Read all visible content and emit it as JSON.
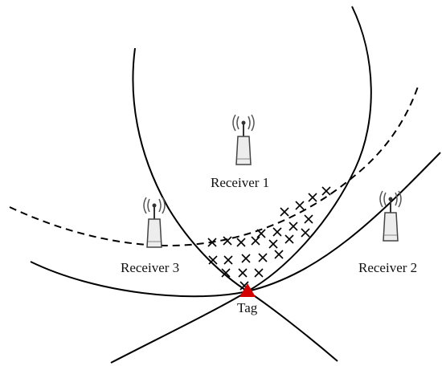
{
  "receivers": [
    {
      "label": "Receiver 1",
      "icon": "antenna-icon"
    },
    {
      "label": "Receiver 2",
      "icon": "antenna-icon"
    },
    {
      "label": "Receiver 3",
      "icon": "antenna-icon"
    }
  ],
  "tag": {
    "label": "Tag",
    "color": "#d40000"
  },
  "colors": {
    "curves": "#000000",
    "background": "#ffffff"
  }
}
